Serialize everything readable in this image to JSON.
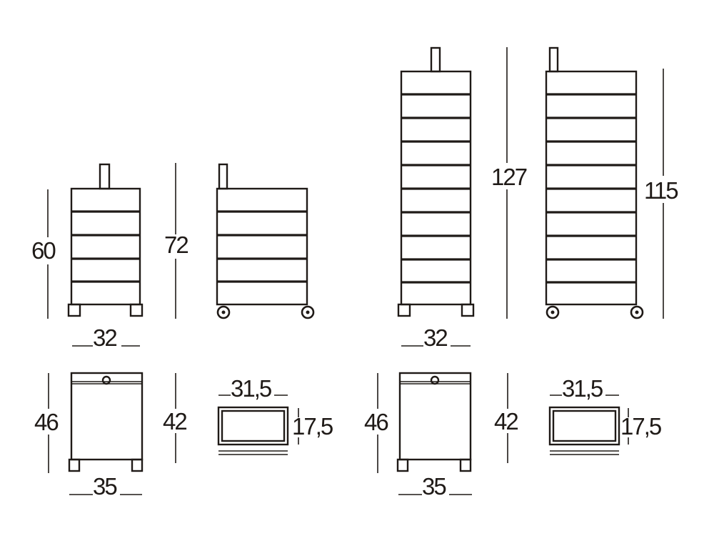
{
  "drawing": {
    "units_note": "",
    "colors": {
      "ink": "#1f1a17",
      "background": "#ffffff"
    },
    "dimensions": {
      "small_fixed_height": "60",
      "small_castor_height": "72",
      "small_width": "32",
      "small_plan_depth": "46",
      "small_plan_depth_inner": "42",
      "small_plan_width": "35",
      "small_drawer_width": "31,5",
      "small_drawer_depth": "17,5",
      "tall_castor_height": "127",
      "tall_fixed_height": "115",
      "tall_width": "32",
      "tall_plan_depth": "46",
      "tall_plan_depth_inner": "42",
      "tall_plan_width": "35",
      "tall_drawer_width": "31,5",
      "tall_drawer_depth": "17,5"
    }
  }
}
